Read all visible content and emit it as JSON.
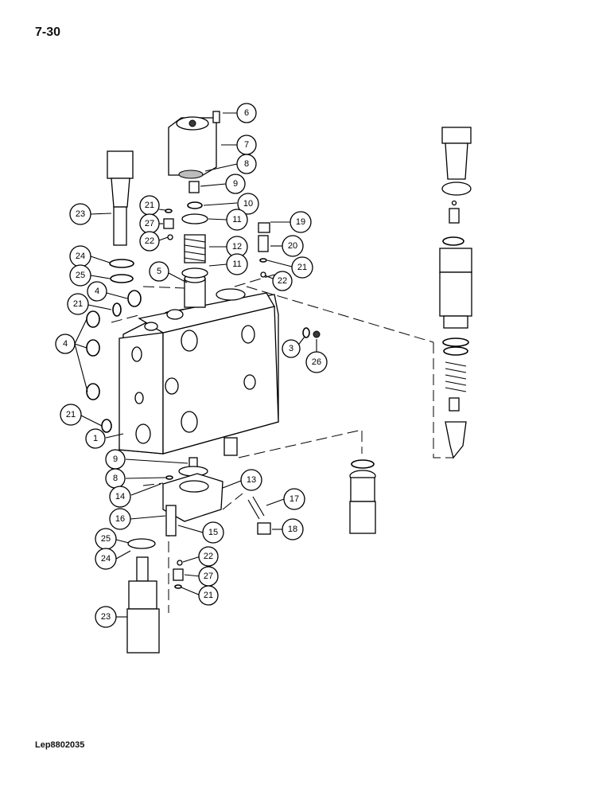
{
  "page": {
    "number": "7-30",
    "reference": "Lep8802035"
  },
  "callouts": {
    "c6": "6",
    "c7": "7",
    "c8a": "8",
    "c9a": "9",
    "c10": "10",
    "c19": "19",
    "c11a": "11",
    "c12": "12",
    "c20": "20",
    "c11b": "11",
    "c21a": "21",
    "c22a": "22",
    "c21b": "21",
    "c27a": "27",
    "c22b": "22",
    "c23a": "23",
    "c24a": "24",
    "c25a": "25",
    "c5": "5",
    "c4a": "4",
    "c21c": "21",
    "c4b": "4",
    "c3": "3",
    "c26": "26",
    "c21d": "21",
    "c1": "1",
    "c9b": "9",
    "c8b": "8",
    "c14": "14",
    "c13": "13",
    "c17": "17",
    "c16": "16",
    "c15": "15",
    "c18": "18",
    "c25b": "25",
    "c24b": "24",
    "c22c": "22",
    "c27b": "27",
    "c21e": "21",
    "c23b": "23"
  }
}
